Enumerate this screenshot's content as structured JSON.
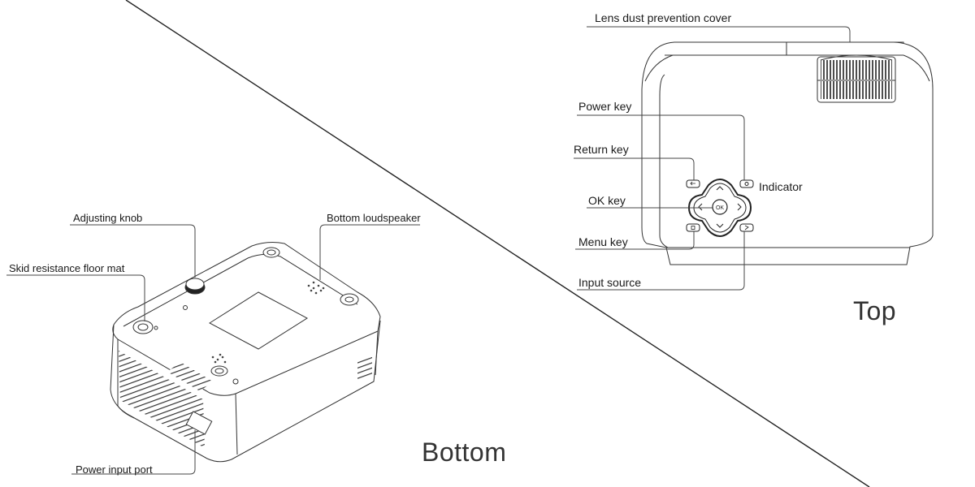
{
  "headings": {
    "bottom": "Bottom",
    "top": "Top"
  },
  "bottom_labels": {
    "adjusting_knob": "Adjusting knob",
    "bottom_loudspeaker": "Bottom loudspeaker",
    "skid_mat": "Skid resistance floor mat",
    "power_input_port": "Power input port"
  },
  "top_labels": {
    "lens_cover": "Lens dust prevention cover",
    "power_key": "Power key",
    "return_key": "Return key",
    "ok_key": "OK key",
    "menu_key": "Menu key",
    "input_source": "Input source",
    "indicator": "Indicator"
  },
  "keypad_glyphs": {
    "ok": "OK"
  }
}
